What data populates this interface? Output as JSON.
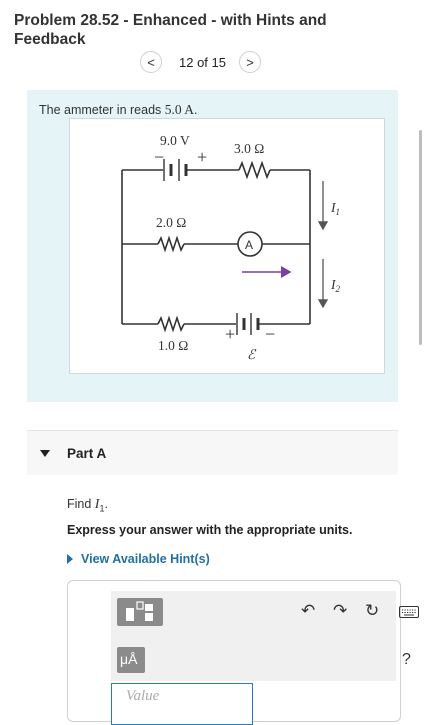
{
  "header": {
    "title": "Problem 28.52 - Enhanced - with Hints and Feedback"
  },
  "pager": {
    "prev": "<",
    "count": "12 of 15",
    "next": ">"
  },
  "problem": {
    "text_before": "The ammeter in reads ",
    "reading": "5.0 A",
    "text_after": "."
  },
  "circuit": {
    "battery_top_voltage": "9.0 V",
    "battery_top_minus": "−",
    "battery_top_plus": "+",
    "r_top": "3.0 Ω",
    "r_middle": "2.0 Ω",
    "r_bottom": "1.0 Ω",
    "ammeter": "A",
    "current1": "I",
    "current1_sub": "1",
    "current2": "I",
    "current2_sub": "2",
    "battery_bottom_plus": "+",
    "battery_bottom_minus": "−",
    "emf": "ℰ"
  },
  "part": {
    "label": "Part A",
    "find_prefix": "Find ",
    "find_var": "I",
    "find_sub": "1",
    "find_suffix": ".",
    "instruction": "Express your answer with the appropriate units.",
    "hint_link": "View Available Hint(s)"
  },
  "toolbar": {
    "units_label": "μÅ",
    "help": "?",
    "undo": "↶",
    "redo": "↷",
    "reset": "↻"
  },
  "answer": {
    "placeholder": "Value"
  },
  "colors": {
    "problem_bg": "#e5f4f6",
    "arrow_purple": "#7b3fa0",
    "link_blue": "#1f6fa9",
    "input_border": "#2b7bb9"
  }
}
